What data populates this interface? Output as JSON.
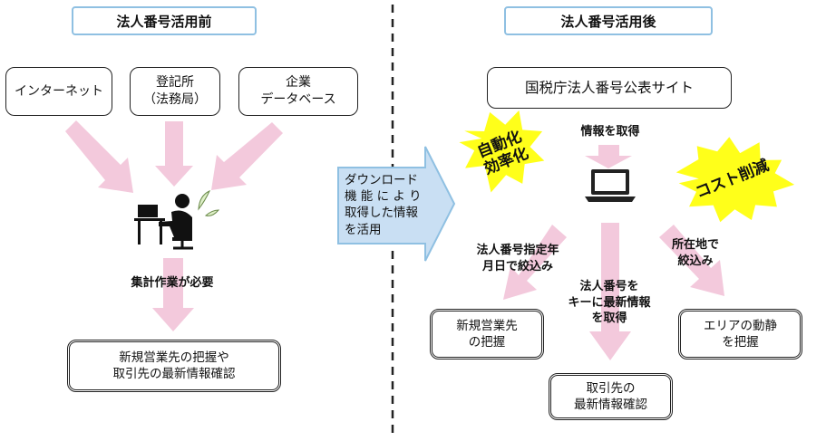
{
  "left": {
    "title": "法人番号活用前",
    "sources": [
      "インターネット",
      "登記所\n（法務局）",
      "企業\nデータベース"
    ],
    "work_label": "集計作業が必要",
    "result": "新規営業先の把握や\n取引先の最新情報確認"
  },
  "middle": {
    "arrow_text": "ダウンロード\n機 能 に よ り\n取得した情報\nを活用"
  },
  "right": {
    "title": "法人番号活用後",
    "site": "国税庁法人番号公表サイト",
    "get_info": "情報を取得",
    "burst_left": "自動化\n効率化",
    "burst_right": "コスト削減",
    "label_left": "法人番号指定年\n月日で絞込み",
    "label_center": "法人番号を\nキーに最新情報\nを取得",
    "label_right": "所在地で\n絞込み",
    "result_left": "新規営業先\nの把握",
    "result_center": "取引先の\n最新情報確認",
    "result_right": "エリアの動静\nを把握"
  },
  "colors": {
    "pink_arrow": "#f3c9dc",
    "blue_border": "#8fc0e2",
    "blue_arrow": "#c9dff3",
    "burst": "#ffff1a"
  }
}
